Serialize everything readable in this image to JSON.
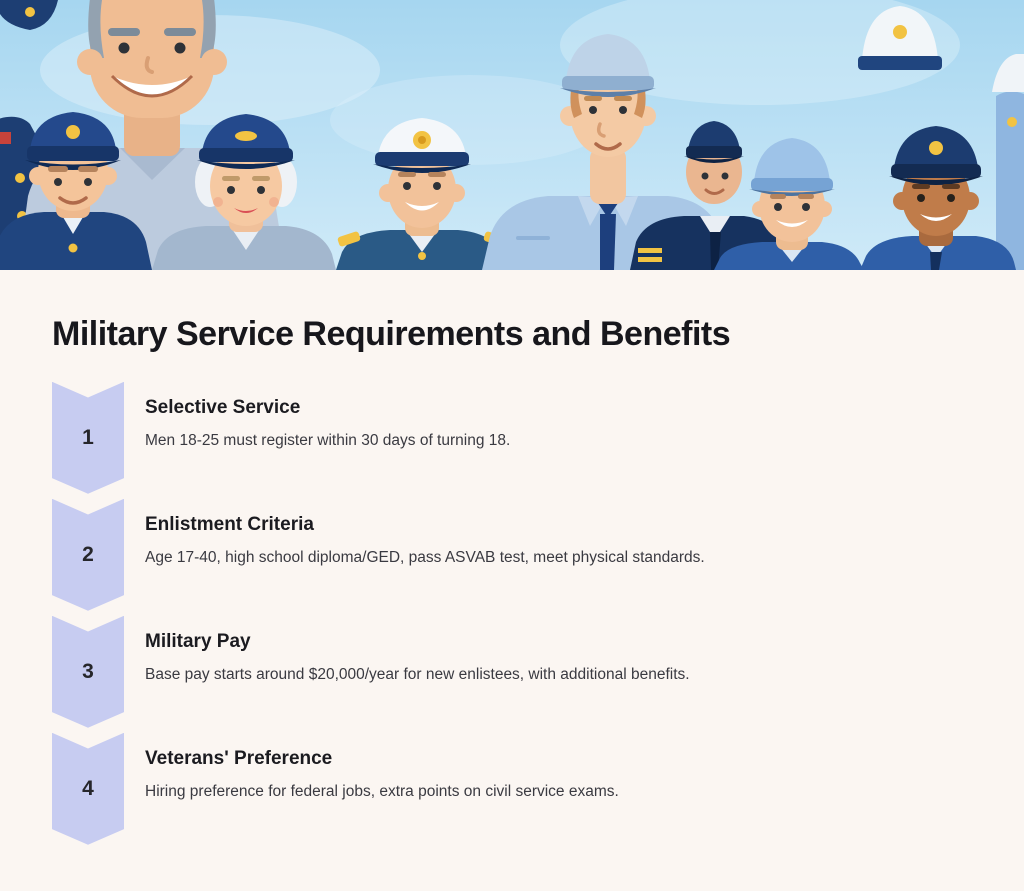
{
  "page": {
    "title": "Military Service Requirements and Benefits",
    "background_color": "#fbf6f2"
  },
  "hero": {
    "description": "Illustration of smiling military service members in blue uniforms and peaked caps against a light blue sky",
    "sky_color": "#aed9f1"
  },
  "steps": [
    {
      "number": "1",
      "title": "Selective Service",
      "description": "Men 18-25 must register within 30 days of turning 18."
    },
    {
      "number": "2",
      "title": "Enlistment Criteria",
      "description": "Age 17-40, high school diploma/GED, pass ASVAB test, meet physical standards."
    },
    {
      "number": "3",
      "title": "Military Pay",
      "description": "Base pay starts around $20,000/year for new enlistees, with additional benefits."
    },
    {
      "number": "4",
      "title": "Veterans' Preference",
      "description": "Hiring preference for federal jobs, extra points on civil service exams."
    }
  ],
  "colors": {
    "badge_fill": "#c7ccf1",
    "badge_number": "#26262b",
    "title_text": "#17171c",
    "heading_text": "#1b1b20",
    "body_text": "#3a3a41",
    "uniform_navy": "#1c3c70",
    "uniform_blue": "#2f5fa8",
    "gold_badge": "#f2c343"
  }
}
